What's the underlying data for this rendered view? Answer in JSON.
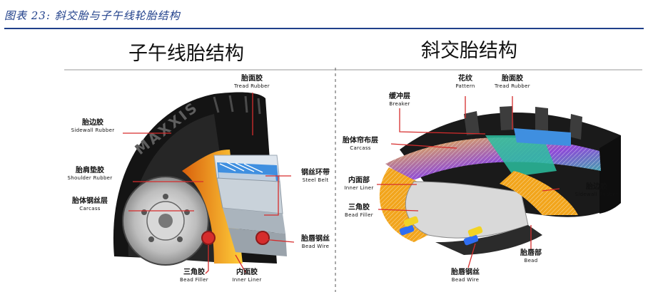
{
  "caption": "图表 23:  斜交胎与子午线轮胎结构",
  "radial": {
    "heading": "子午线胎结构",
    "brand": "MAXXIS",
    "labels": {
      "tread_zh": "胎面胶",
      "tread_en": "Tread Rubber",
      "sidewall_zh": "胎边胶",
      "sidewall_en": "Sidewall Rubber",
      "shoulder_zh": "胎肩垫胶",
      "shoulder_en": "Shoulder Rubber",
      "carcass_zh": "胎体钢丝层",
      "carcass_en": "Carcass",
      "steelbelt_zh": "钢丝环带",
      "steelbelt_en": "Steel Belt",
      "beadwire_zh": "胎唇钢丝",
      "beadwire_en": "Bead Wire",
      "beadfiller_zh": "三角胶",
      "beadfiller_en": "Bead Filler",
      "innerliner_zh": "内面胶",
      "innerliner_en": "Inner Liner"
    }
  },
  "bias": {
    "heading": "斜交胎结构",
    "labels": {
      "pattern_zh": "花纹",
      "pattern_en": "Pattern",
      "tread_zh": "胎面胶",
      "tread_en": "Tread Rubber",
      "breaker_zh": "缓冲层",
      "breaker_en": "Breaker",
      "carcass_zh": "胎体帘布层",
      "carcass_en": "Carcass",
      "innerliner_zh": "内面部",
      "innerliner_en": "Inner Liner",
      "beadfiller_zh": "三角胶",
      "beadfiller_en": "Bead Filler",
      "sidewall_zh": "胎边胶",
      "sidewall_en": "Sidewall Rubber",
      "bead_zh": "胎唇部",
      "bead_en": "Bead",
      "beadwire_zh": "胎唇钢丝",
      "beadwire_en": "Bead Wire"
    }
  },
  "colors": {
    "accent": "#1f3f8a",
    "pointer": "#d62c2c",
    "rubber": "#1b1b1b",
    "carcass_orange": "#f2a51c",
    "steel_blue": "#3f8fe0",
    "bias_purple": "#7a3fd1",
    "bias_teal": "#2bbfa0"
  }
}
